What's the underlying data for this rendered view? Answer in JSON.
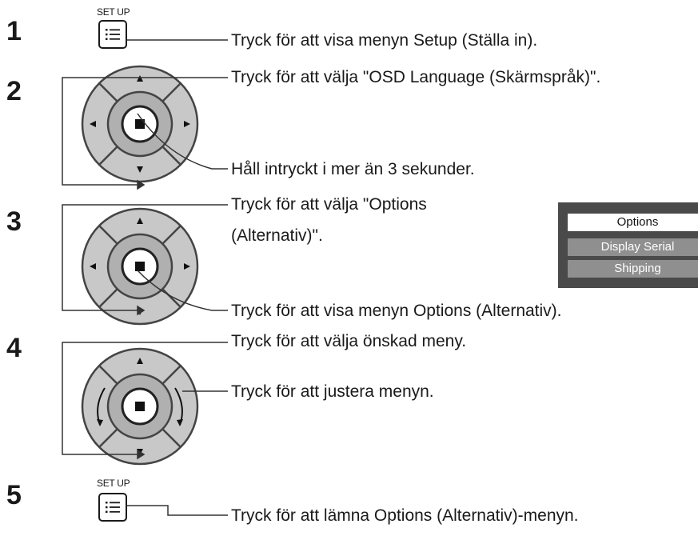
{
  "steps": [
    {
      "number": "1"
    },
    {
      "number": "2"
    },
    {
      "number": "3"
    },
    {
      "number": "4"
    },
    {
      "number": "5"
    }
  ],
  "setup_label": "SET UP",
  "instructions": {
    "step1": "Tryck för att visa menyn Setup (Ställa in).",
    "step2a": "Tryck för att välja \"OSD Language (Skärmspråk)\".",
    "step2b": "Håll intryckt i mer än 3 sekunder.",
    "step3a_line1": "Tryck för att välja \"Options",
    "step3a_line2": "(Alternativ)\".",
    "step3b": "Tryck för att visa menyn Options (Alternativ).",
    "step4a": "Tryck för att välja önskad meny.",
    "step4b": "Tryck för att justera menyn.",
    "step5": "Tryck för att lämna Options (Alternativ)-menyn."
  },
  "osd_menu": {
    "items": [
      "Options",
      "Display Serial",
      "Shipping"
    ]
  },
  "icons": {
    "menu": "menu-list-icon",
    "pad": "directional-pad-icon"
  }
}
